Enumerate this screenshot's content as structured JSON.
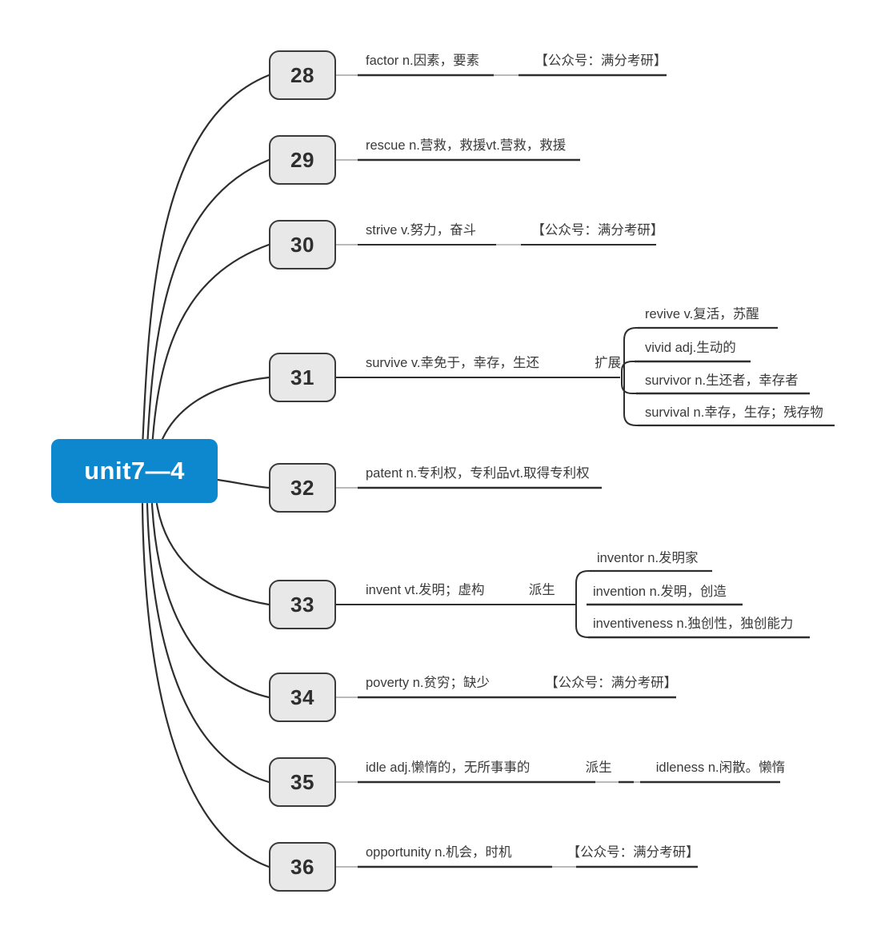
{
  "root": {
    "label": "unit7—4",
    "color": "#0d88ce",
    "text_color": "#ffffff"
  },
  "style": {
    "node_fill": "#e8e8e8",
    "node_border": "#3b3b3b",
    "line_color": "#2e2e2e",
    "text_color": "#3a3a3a"
  },
  "watermark_text": "【公众号：满分考研】",
  "branches": [
    {
      "number": "28",
      "word": "factor",
      "definition": "factor n.因素，要素",
      "note": "【公众号：满分考研】",
      "relation": "",
      "children": []
    },
    {
      "number": "29",
      "word": "rescue",
      "definition": "rescue n.营救，救援vt.营救，救援",
      "note": "",
      "relation": "",
      "children": []
    },
    {
      "number": "30",
      "word": "strive",
      "definition": "strive v.努力，奋斗",
      "note": "【公众号：满分考研】",
      "relation": "",
      "children": []
    },
    {
      "number": "31",
      "word": "survive",
      "definition": "survive v.幸免于，幸存，生还",
      "note": "",
      "relation": "扩展",
      "children": [
        "revive v.复活，苏醒",
        "vivid adj.生动的",
        "survivor n.生还者，幸存者",
        "survival n.幸存，生存；残存物"
      ]
    },
    {
      "number": "32",
      "word": "patent",
      "definition": "patent n.专利权，专利品vt.取得专利权",
      "note": "",
      "relation": "",
      "children": []
    },
    {
      "number": "33",
      "word": "invent",
      "definition": "invent vt.发明；虚构",
      "note": "",
      "relation": "派生",
      "children": [
        "inventor n.发明家",
        "invention n.发明，创造",
        "inventiveness n.独创性，独创能力"
      ]
    },
    {
      "number": "34",
      "word": "poverty",
      "definition": "poverty n.贫穷；缺少",
      "note": "【公众号：满分考研】",
      "relation": "",
      "children": []
    },
    {
      "number": "35",
      "word": "idle",
      "definition": "idle adj.懒惰的，无所事事的",
      "note": "",
      "relation": "派生",
      "children": [
        "idleness n.闲散。懒惰"
      ]
    },
    {
      "number": "36",
      "word": "opportunity",
      "definition": "opportunity n.机会，时机",
      "note": "【公众号：满分考研】",
      "relation": "",
      "children": []
    }
  ]
}
